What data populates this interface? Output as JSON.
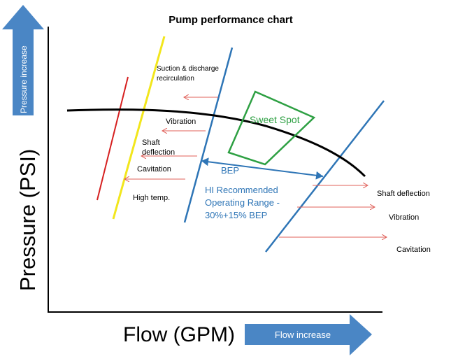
{
  "title": "Pump performance chart",
  "y_axis_label": "Pressure (PSI)",
  "x_axis_label": "Flow (GPM)",
  "y_arrow_label": "Pressure increase",
  "x_arrow_label": "Flow increase",
  "sweet_spot_label": "Sweet Spot",
  "bep_label": "BEP",
  "hi_range_lines": [
    "HI Recommended",
    "Operating Range -",
    "30%+15% BEP"
  ],
  "left_notes": {
    "recirc_lines": [
      "Suction & discharge",
      "recirculation"
    ],
    "vibration": "Vibration",
    "shaft_lines": [
      "Shaft",
      "deflection"
    ],
    "cavitation": "Cavitation",
    "high_temp": "High temp."
  },
  "right_notes": {
    "shaft_deflection": "Shaft deflection",
    "vibration": "Vibration",
    "cavitation": "Cavitation"
  },
  "colors": {
    "arrow_blue": "#4a86c5",
    "line_blue": "#2e75b6",
    "curve": "#000000",
    "red_line": "#d62020",
    "yellow_line": "#f2e61c",
    "sweet_spot": "#2ea043",
    "note_arrow": "#e0605a",
    "text_blue": "#2e75b6"
  }
}
